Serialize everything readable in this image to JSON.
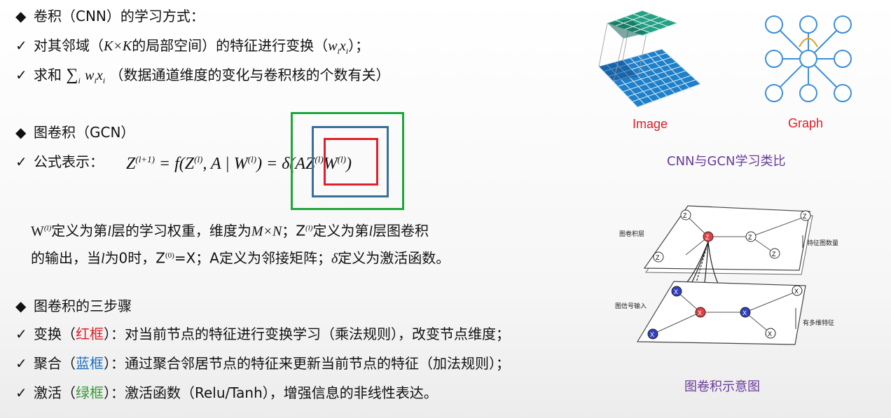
{
  "section1": {
    "title": "卷积（CNN）的学习方式：",
    "item1": {
      "pre": "对其邻域（",
      "math": "K×K",
      "post": "的局部空间）的特征进行变换（",
      "math2": "w",
      "sub2a": "i",
      "math2b": "x",
      "sub2b": "i",
      "end": "）；"
    },
    "item2": {
      "pre": "求和",
      "math": "∑",
      "sub": "i",
      "math2": "w",
      "sub2a": "i",
      "math2b": "x",
      "sub2b": "i",
      "post": "（数据通道维度的变化与卷积核的个数有关）"
    }
  },
  "section2": {
    "title": "图卷积（GCN）",
    "formula_label": "公式表示：",
    "formula": {
      "p1": "Z",
      "s1": "(l+1)",
      "p2": " = f(Z",
      "s2": "(l)",
      "p3": ", A | W",
      "s3": "(l)",
      "p4": ") = δ(",
      "p5": "AZ",
      "s5": "(l)",
      "p6": "W",
      "s6": "(l)",
      "p7": ")"
    },
    "def1": {
      "a": "W",
      "a_sup": "(l)",
      "b": "定义为第",
      "c": "l",
      "d": "层的学习权重，维度为",
      "e": "M×N",
      "f": "；Z",
      "f_sup": "(l)",
      "g": "定义为第",
      "h": "l",
      "i": "层图卷积"
    },
    "def2": {
      "a": "的输出，当",
      "b": "l",
      "c": "为0时，Z",
      "c_sup": "(0)",
      "d": "=X；A定义为邻接矩阵；",
      "e": "δ",
      "f": "定义为激活函数。"
    }
  },
  "section3": {
    "title": "图卷积的三步骤",
    "steps": [
      {
        "a": "变换（",
        "colored": "红框",
        "b": "）：对当前节点的特征进行变换学习（乘法规则），改变节点维度；"
      },
      {
        "a": "聚合（",
        "colored": "蓝框",
        "b": "）：通过聚合邻居节点的特征来更新当前节点的特征（加法规则）；"
      },
      {
        "a": "激活（",
        "colored": "绿框",
        "b": "）：激活函数（Relu/Tanh），增强信息的非线性表达。"
      }
    ]
  },
  "marks": {
    "diamond": "◆",
    "check": "✓"
  },
  "figure1": {
    "label_image": "Image",
    "label_graph": "Graph",
    "caption": "CNN与GCN学习类比"
  },
  "figure2": {
    "layer_top": "图卷积层",
    "layer_bottom": "图信号输入",
    "right_top": "特征图数量",
    "right_bottom": "有多维特征",
    "caption": "图卷积示意图",
    "node_z": "Z",
    "node_x": "X"
  },
  "colors": {
    "red_box": "#e0202a",
    "blue_box": "#3a6f99",
    "green_box": "#1fa63a",
    "grid": "#1f7fc8",
    "grid_top": "#26a085",
    "graph_node": "#3b8fd9"
  }
}
